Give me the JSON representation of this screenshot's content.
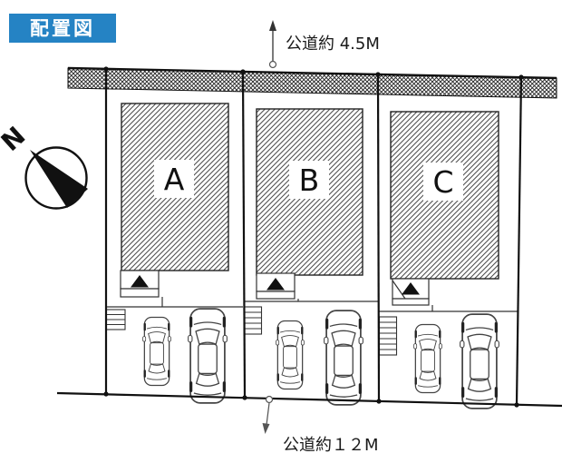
{
  "page": {
    "title": "配置図",
    "title_bg": "#2583c4",
    "title_color": "#ffffff"
  },
  "compass": {
    "label": "N"
  },
  "roads": {
    "top": {
      "label": "公道約 4.5M"
    },
    "bottom": {
      "label": "公道約１２M"
    }
  },
  "lots": [
    {
      "label": "A",
      "cars": 2
    },
    {
      "label": "B",
      "cars": 2
    },
    {
      "label": "C",
      "cars": 2
    }
  ]
}
